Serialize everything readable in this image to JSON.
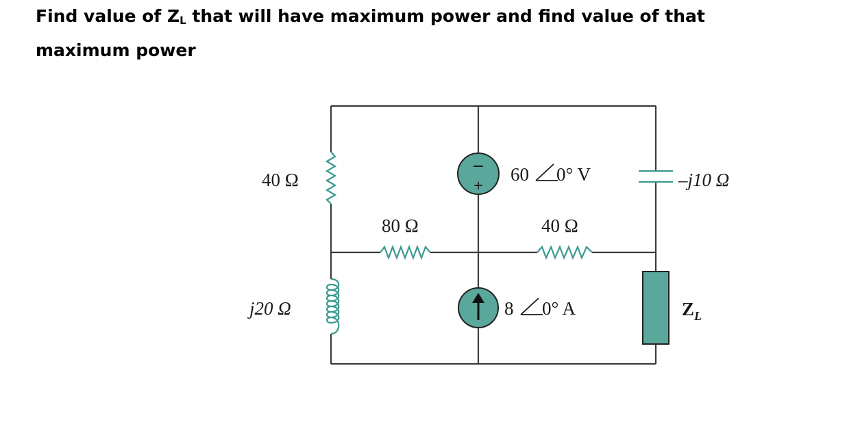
{
  "question": {
    "line1_pre": "Find value of Z",
    "line1_sub": "L",
    "line1_post": " that will have maximum power and find value of that",
    "line2": "maximum power"
  },
  "circuit": {
    "r40_left": "40 Ω",
    "inductor": "j20 Ω",
    "r80": "80 Ω",
    "voltage_source": "60",
    "voltage_source_angle": "0° V",
    "r40_mid": "40 Ω",
    "current_source": "8",
    "current_source_angle": "0° A",
    "capacitor": "–j10 Ω",
    "load": "Z",
    "load_sub": "L",
    "vs_plus": "+",
    "vs_minus": "−"
  },
  "colors": {
    "component": "#3a9a90",
    "source_fill": "#5aa79c",
    "wire": "#3a3a3a"
  }
}
